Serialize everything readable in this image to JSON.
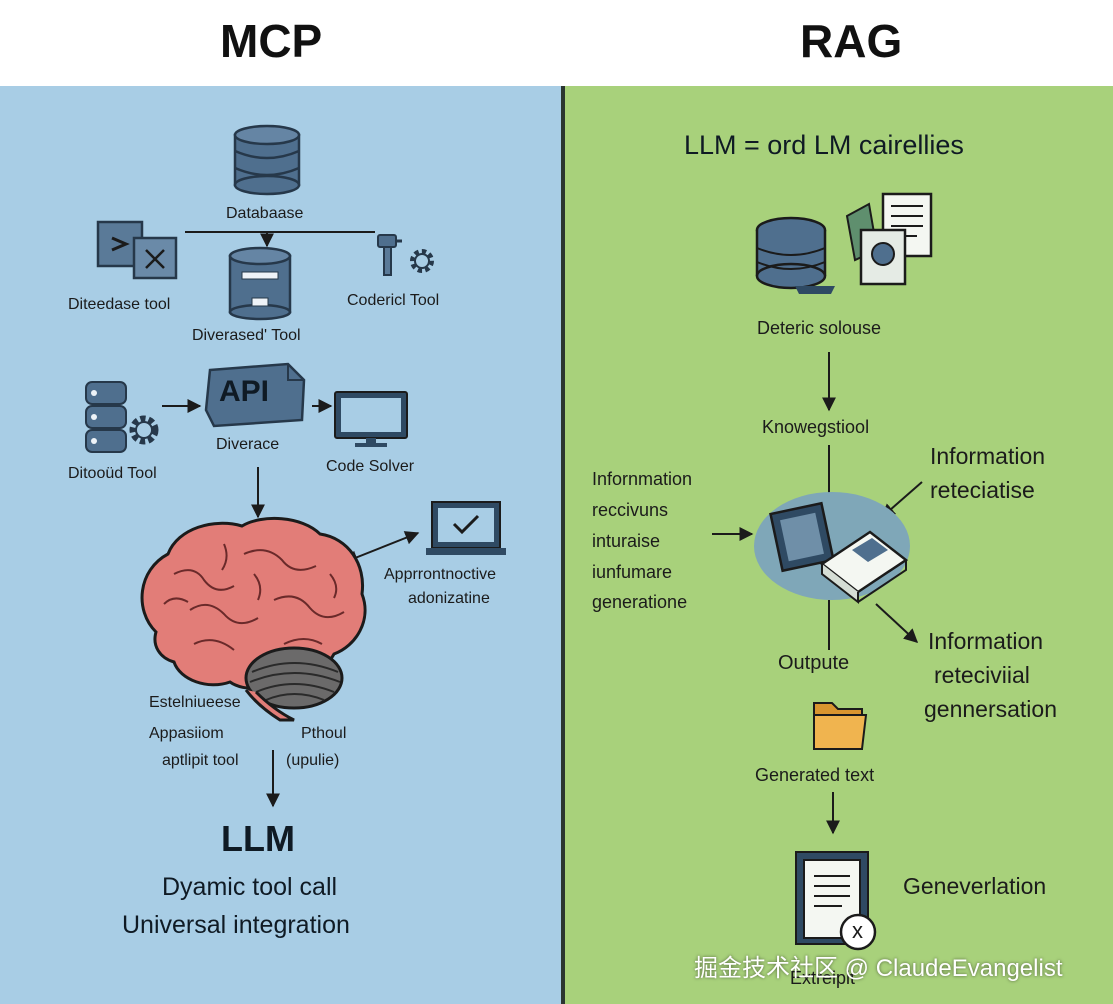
{
  "colors": {
    "mcp_bg": "#a8cde5",
    "rag_bg": "#a8d17b",
    "divider": "#2a3530",
    "icon_fill": "#4f6f8e",
    "icon_stroke": "#26384a",
    "brain": "#e27d78",
    "folder": "#f0b44f",
    "halo": "#7fa7b8"
  },
  "mcp": {
    "title": "MCP",
    "database": "Databaase",
    "tool_left": "Diteedase tool",
    "tool_center": "Diverased' Tool",
    "tool_right": "Codericl Tool",
    "api": "API",
    "api_caption": "Diverace",
    "tool_db": "Ditooüd Tool",
    "code_solver": "Code Solver",
    "approx_line1": "Apprrontnoctive",
    "approx_line2": "adonizatine",
    "brain_label_1": "Estelniueese",
    "brain_label_2": "Appasiiom",
    "brain_label_3": "aptlipit tool",
    "brain_label_4": "Pthoul",
    "brain_label_5": "(upulie)",
    "llm": "LLM",
    "footer_1": "Dyamic tool call",
    "footer_2": "Universal integration"
  },
  "rag": {
    "title": "RAG",
    "heading": "LLM = ord LM cairellies",
    "source": "Deteric solouse",
    "knowledge": "Knowegstiool",
    "info_left": [
      "Infornmation",
      "reccivuns",
      "inturaise",
      "iunfumare",
      "generatione"
    ],
    "info_right_top": [
      "Information",
      "reteciatise"
    ],
    "info_right_bottom": [
      "Information",
      "reteciviial",
      "gennersation"
    ],
    "output": "Outpute",
    "generated": "Generated text",
    "generation": "Geneverlation",
    "extract": "Extreipit",
    "badge_symbol": "x",
    "watermark": "掘金技术社区 @ ClaudeEvangelist"
  }
}
